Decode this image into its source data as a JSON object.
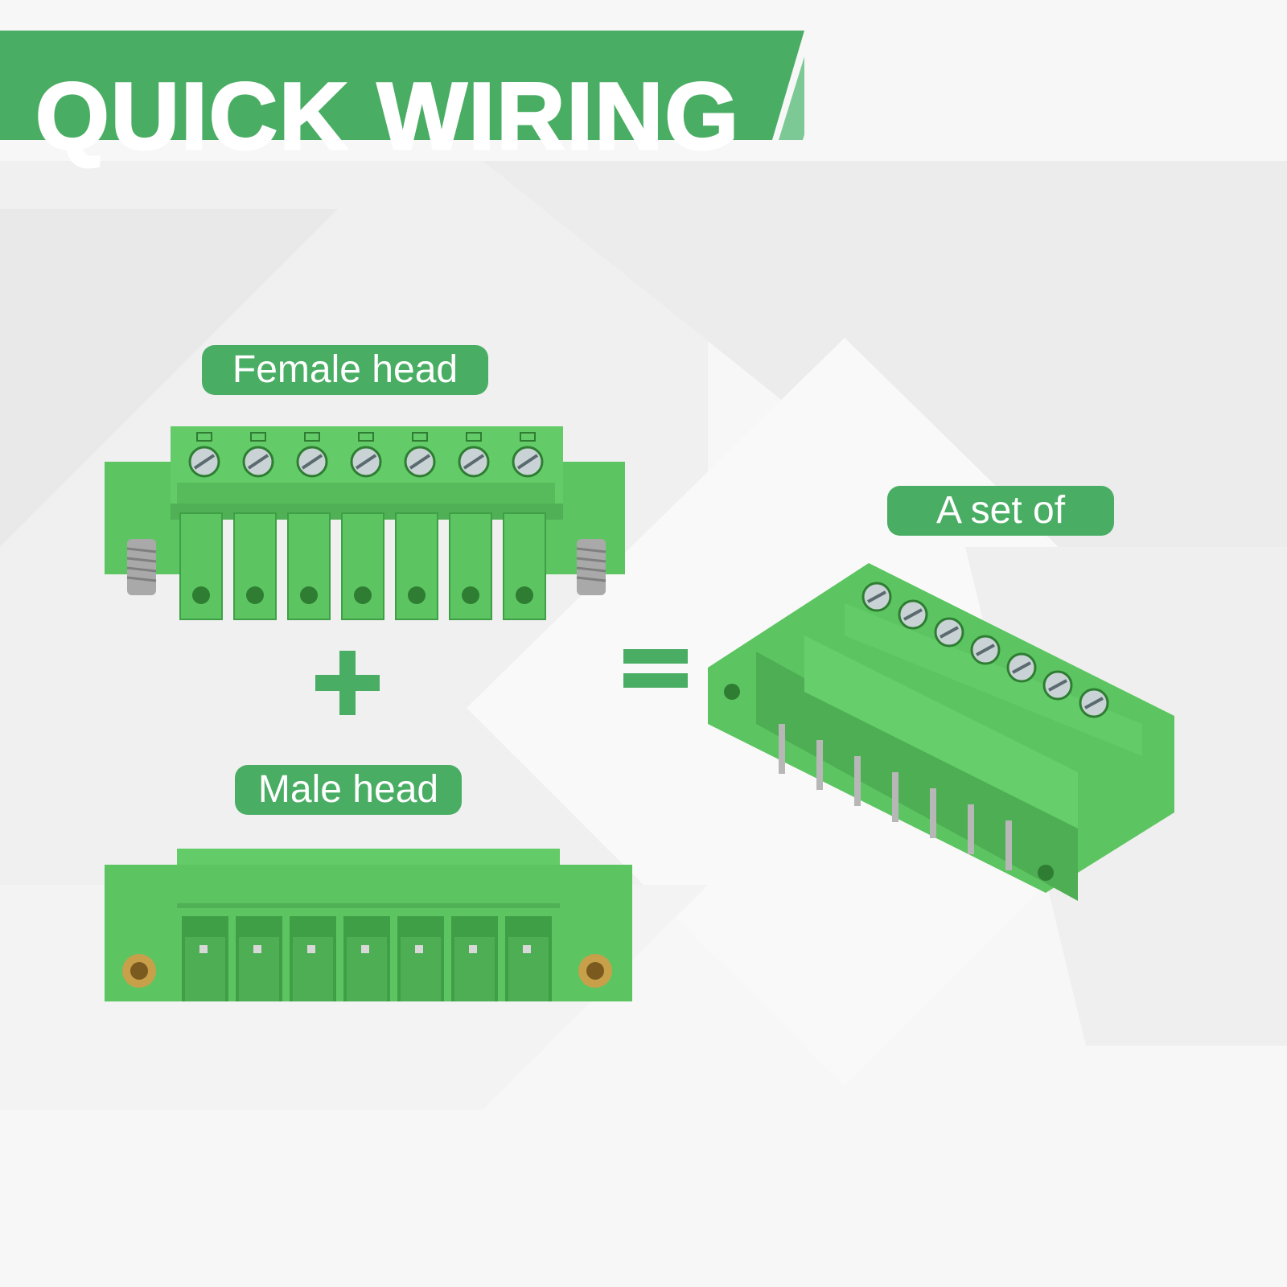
{
  "banner": {
    "title": "QUICK WIRING",
    "color": "#4aad64",
    "accent_color": "#7dc995"
  },
  "labels": {
    "female": "Female head",
    "male": "Male head",
    "set": "A set of"
  },
  "operators": {
    "plus": "+",
    "equals": "="
  },
  "colors": {
    "connector_green": "#5cc561",
    "connector_dark": "#3f9f46",
    "screw_metal": "#a9a9a9",
    "brass_insert": "#c8a04a",
    "label_green": "#4aad64"
  },
  "images": {
    "female": "female-terminal-block-connector",
    "male": "male-terminal-block-header",
    "assembled": "assembled-terminal-block-set"
  },
  "pin_count": 7
}
